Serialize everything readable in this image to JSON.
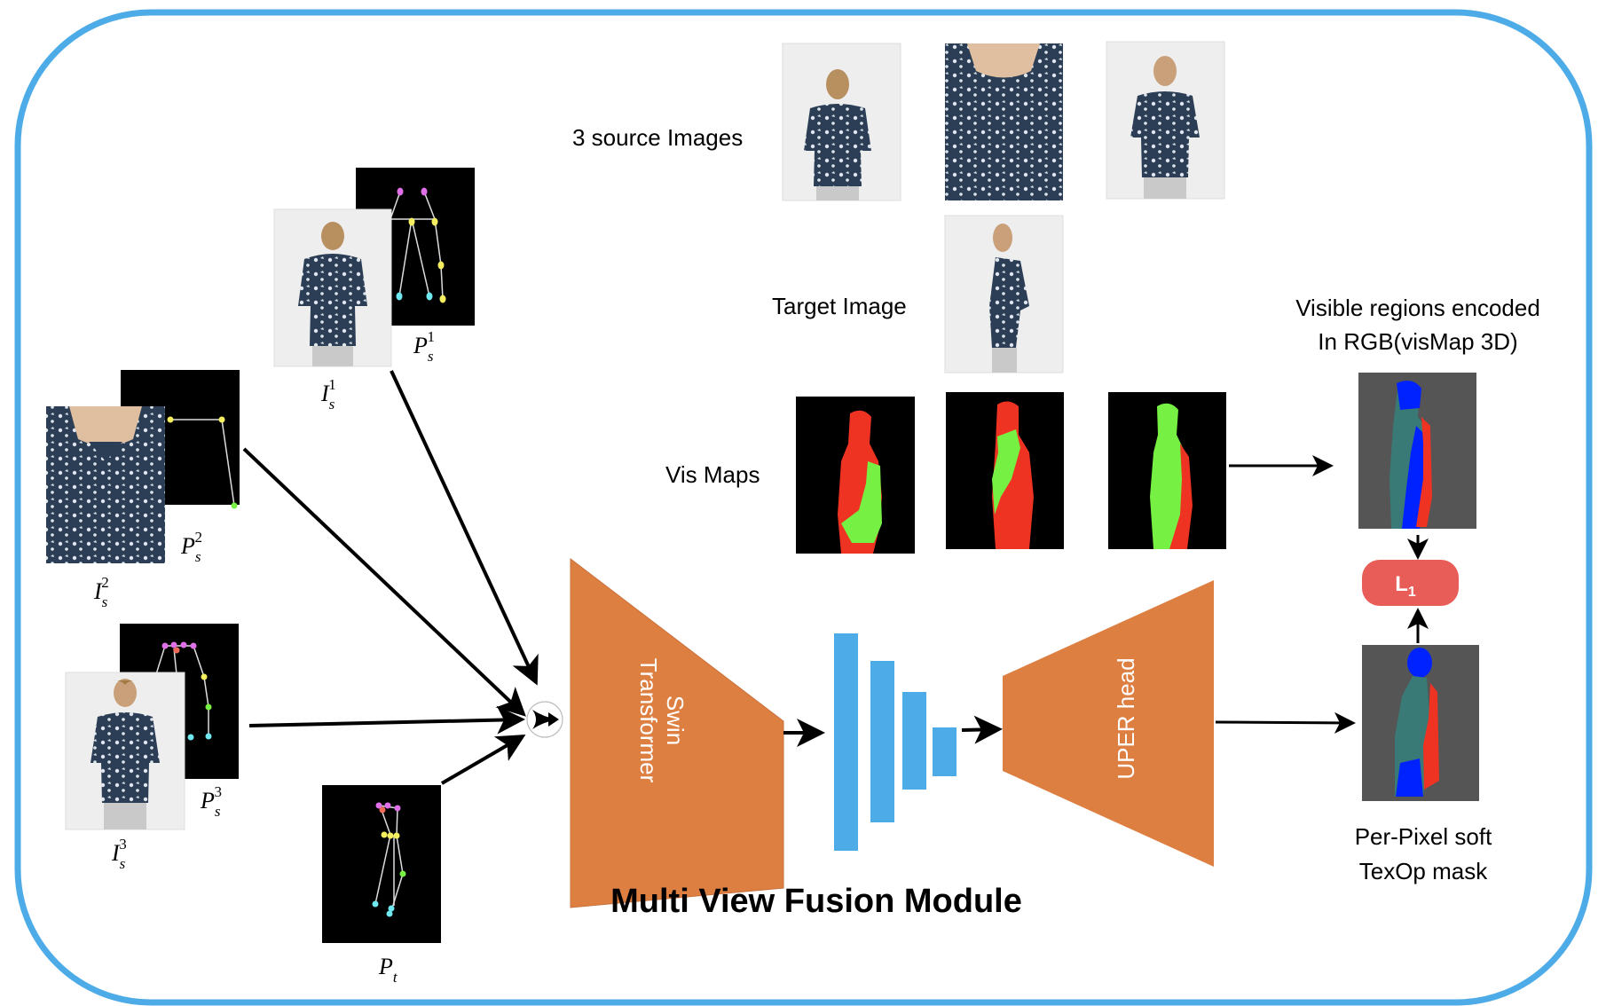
{
  "colors": {
    "frame": "#4dabe8",
    "block": "#de7f42",
    "feature_bar": "#4dabe8",
    "loss_box": "#e85d58",
    "vis_red": "#ee3322",
    "vis_green": "#77f044",
    "pose_bg": "#000000",
    "map_bg": "#555555",
    "rgb_blue": "#0022ff",
    "rgb_teal": "#3a7a76",
    "shirt": "#2c3e55",
    "photo_bg": "#eeeeee"
  },
  "labels": {
    "source_images": "3 source Images",
    "target_image": "Target Image",
    "vis_maps": "Vis Maps",
    "visible_regions_line1": "Visible regions encoded",
    "visible_regions_line2": "In RGB(visMap 3D)",
    "texop_line1": "Per-Pixel soft",
    "texop_line2": "TexOp mask",
    "module_title": "Multi View Fusion Module",
    "encoder": "Swin",
    "encoder_line2": "Transformer",
    "decoder": "UPER head",
    "loss": "L",
    "loss_sub": "1"
  },
  "inputs": [
    {
      "image_symbol": "I",
      "image_sub": "s",
      "image_sup": "1",
      "pose_symbol": "P",
      "pose_sub": "s",
      "pose_sup": "1",
      "view": "back"
    },
    {
      "image_symbol": "I",
      "image_sub": "s",
      "image_sup": "2",
      "pose_symbol": "P",
      "pose_sub": "s",
      "pose_sup": "2",
      "view": "closeup"
    },
    {
      "image_symbol": "I",
      "image_sub": "s",
      "image_sup": "3",
      "pose_symbol": "P",
      "pose_sub": "s",
      "pose_sup": "3",
      "view": "front"
    }
  ],
  "target_pose": {
    "symbol": "P",
    "sub": "t"
  },
  "source_views": [
    "back",
    "closeup",
    "front"
  ],
  "target_view": "side",
  "feature_pyramid_levels": 4
}
